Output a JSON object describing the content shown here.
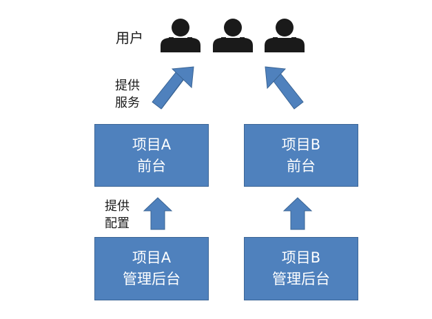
{
  "colors": {
    "box_fill": "#4f81bd",
    "box_border": "#3a6494",
    "arrow_fill": "#4f81bd",
    "user_icon": "#1a1a1a"
  },
  "users": {
    "label": "用户",
    "icons": [
      "user-icon",
      "user-icon",
      "user-icon"
    ]
  },
  "arrows": {
    "provide_service": [
      "提供",
      "服务"
    ],
    "provide_config": [
      "提供",
      "配置"
    ]
  },
  "boxes": {
    "frontend_a": [
      "项目A",
      "前台"
    ],
    "frontend_b": [
      "项目B",
      "前台"
    ],
    "admin_a": [
      "项目A",
      "管理后台"
    ],
    "admin_b": [
      "项目B",
      "管理后台"
    ]
  }
}
